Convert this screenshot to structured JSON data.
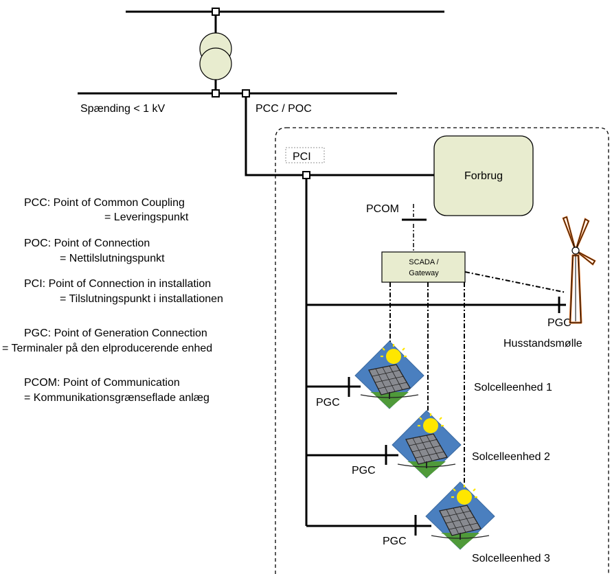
{
  "colors": {
    "line": "#000000",
    "box_fill": "#e8eccf",
    "box_stroke": "#000000",
    "pci_dash": "#808080",
    "turbine_outline": "#d2691e",
    "transformer_fill": "#e8eccf"
  },
  "labels": {
    "voltage": "Spænding < 1 kV",
    "pcc_poc": "PCC / POC",
    "pci": "PCI",
    "consumption": "Forbrug",
    "pcom": "PCOM",
    "scada_line1": "SCADA /",
    "scada_line2": "Gateway",
    "pgc_wind": "PGC",
    "wind_turbine": "Husstandsmølle",
    "pgc_solar1": "PGC",
    "pgc_solar2": "PGC",
    "pgc_solar3": "PGC",
    "solar1": "Solcelleenhed 1",
    "solar2": "Solcelleenhed 2",
    "solar3": "Solcelleenhed 3"
  },
  "legend": [
    {
      "term": "PCC: Point of Common Coupling",
      "meaning": "= Leveringspunkt"
    },
    {
      "term": "POC: Point of Connection",
      "meaning": "= Nettilslutningspunkt"
    },
    {
      "term": "PCI: Point of Connection in installation",
      "meaning": "= Tilslutningspunkt i installationen"
    },
    {
      "term": "PGC: Point of Generation Connection",
      "meaning": "= Terminaler på den elproducerende enhed"
    },
    {
      "term": "PCOM: Point of Communication",
      "meaning": "= Kommunikationsgrænseflade anlæg"
    }
  ],
  "icons": {
    "transformer": "transformer-icon",
    "wind_turbine": "wind-turbine-icon",
    "solar_panel": "solar-panel-icon"
  }
}
